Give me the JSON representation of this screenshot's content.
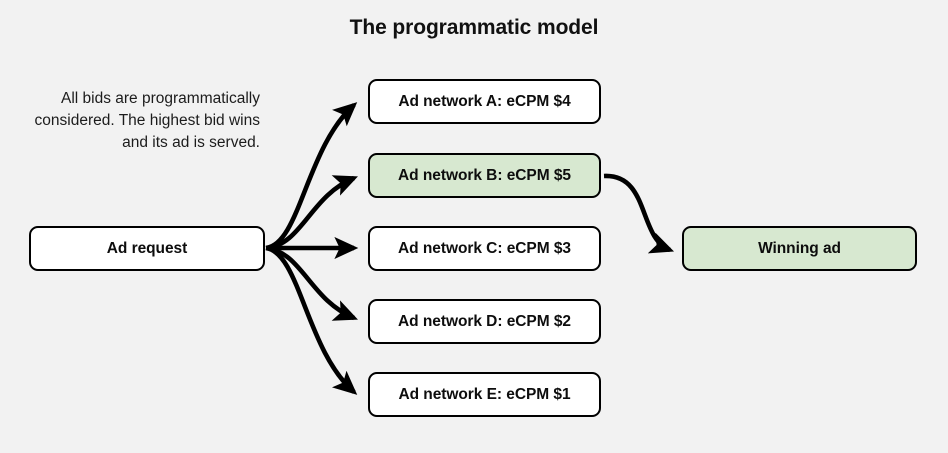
{
  "page": {
    "title": "The programmatic model",
    "background_color": "#f2f2f2",
    "description": "All bids are programmatically considered. The highest bid wins and its ad is served."
  },
  "diagram": {
    "type": "flow-diagram",
    "colors": {
      "node_fill": "#ffffff",
      "node_highlight_fill": "#d7e8d0",
      "node_border": "#000000",
      "arrow": "#000000",
      "text": "#0d0d0d"
    },
    "source_node": {
      "id": "ad-request",
      "label": "Ad request",
      "highlighted": false
    },
    "bid_nodes": [
      {
        "id": "network-a",
        "label": "Ad network A: eCPM $4",
        "network": "A",
        "ecpm": "$4",
        "highlighted": false
      },
      {
        "id": "network-b",
        "label": "Ad network B: eCPM $5",
        "network": "B",
        "ecpm": "$5",
        "highlighted": true
      },
      {
        "id": "network-c",
        "label": "Ad network C: eCPM $3",
        "network": "C",
        "ecpm": "$3",
        "highlighted": false
      },
      {
        "id": "network-d",
        "label": "Ad network D: eCPM $2",
        "network": "D",
        "ecpm": "$2",
        "highlighted": false
      },
      {
        "id": "network-e",
        "label": "Ad network E: eCPM $1",
        "network": "E",
        "ecpm": "$1",
        "highlighted": false
      }
    ],
    "result_node": {
      "id": "winning-ad",
      "label": "Winning ad",
      "highlighted": true
    },
    "edges": [
      {
        "from": "ad-request",
        "to": "network-a"
      },
      {
        "from": "ad-request",
        "to": "network-b"
      },
      {
        "from": "ad-request",
        "to": "network-c"
      },
      {
        "from": "ad-request",
        "to": "network-d"
      },
      {
        "from": "ad-request",
        "to": "network-e"
      },
      {
        "from": "network-b",
        "to": "winning-ad"
      }
    ]
  }
}
